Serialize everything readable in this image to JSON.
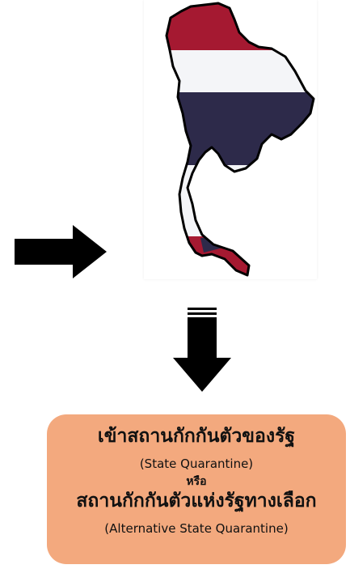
{
  "colors": {
    "flag_red": "#a51931",
    "flag_white": "#f4f5f8",
    "flag_blue": "#2d2a4a",
    "box_fill": "#f3a97e",
    "arrow": "#000000"
  },
  "icons": {
    "right_arrow": "right-arrow-icon",
    "down_arrow": "down-arrow-icon",
    "map": "thailand-flag-map"
  },
  "info_box": {
    "title_th": "เข้าสถานกักกันตัวของรัฐ",
    "title_en": "(State Quarantine)",
    "or_th": "หรือ",
    "alt_title_th": "สถานกักกันตัวแห่งรัฐทางเลือก",
    "alt_title_en": "(Alternative State Quarantine)"
  }
}
